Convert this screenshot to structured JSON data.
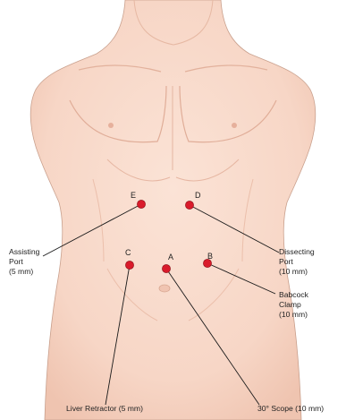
{
  "ports": [
    {
      "letter": "A",
      "label_lines": [
        "30° Scope (10 mm)"
      ]
    },
    {
      "letter": "B",
      "label_lines": [
        "Babcock",
        "Clamp",
        "(10 mm)"
      ]
    },
    {
      "letter": "C",
      "label_lines": [
        "Liver Retractor (5 mm)"
      ]
    },
    {
      "letter": "D",
      "label_lines": [
        "Dissecting",
        "Port",
        "(10 mm)"
      ]
    },
    {
      "letter": "E",
      "label_lines": [
        "Assisting",
        "Port",
        "(5 mm)"
      ]
    }
  ],
  "colors": {
    "skin": "#f7d6c6",
    "skin_shadow": "#efc2ae",
    "outline": "#b88f7d",
    "port_marker": "#d91b2b",
    "leader_line": "#1a1a1a"
  }
}
